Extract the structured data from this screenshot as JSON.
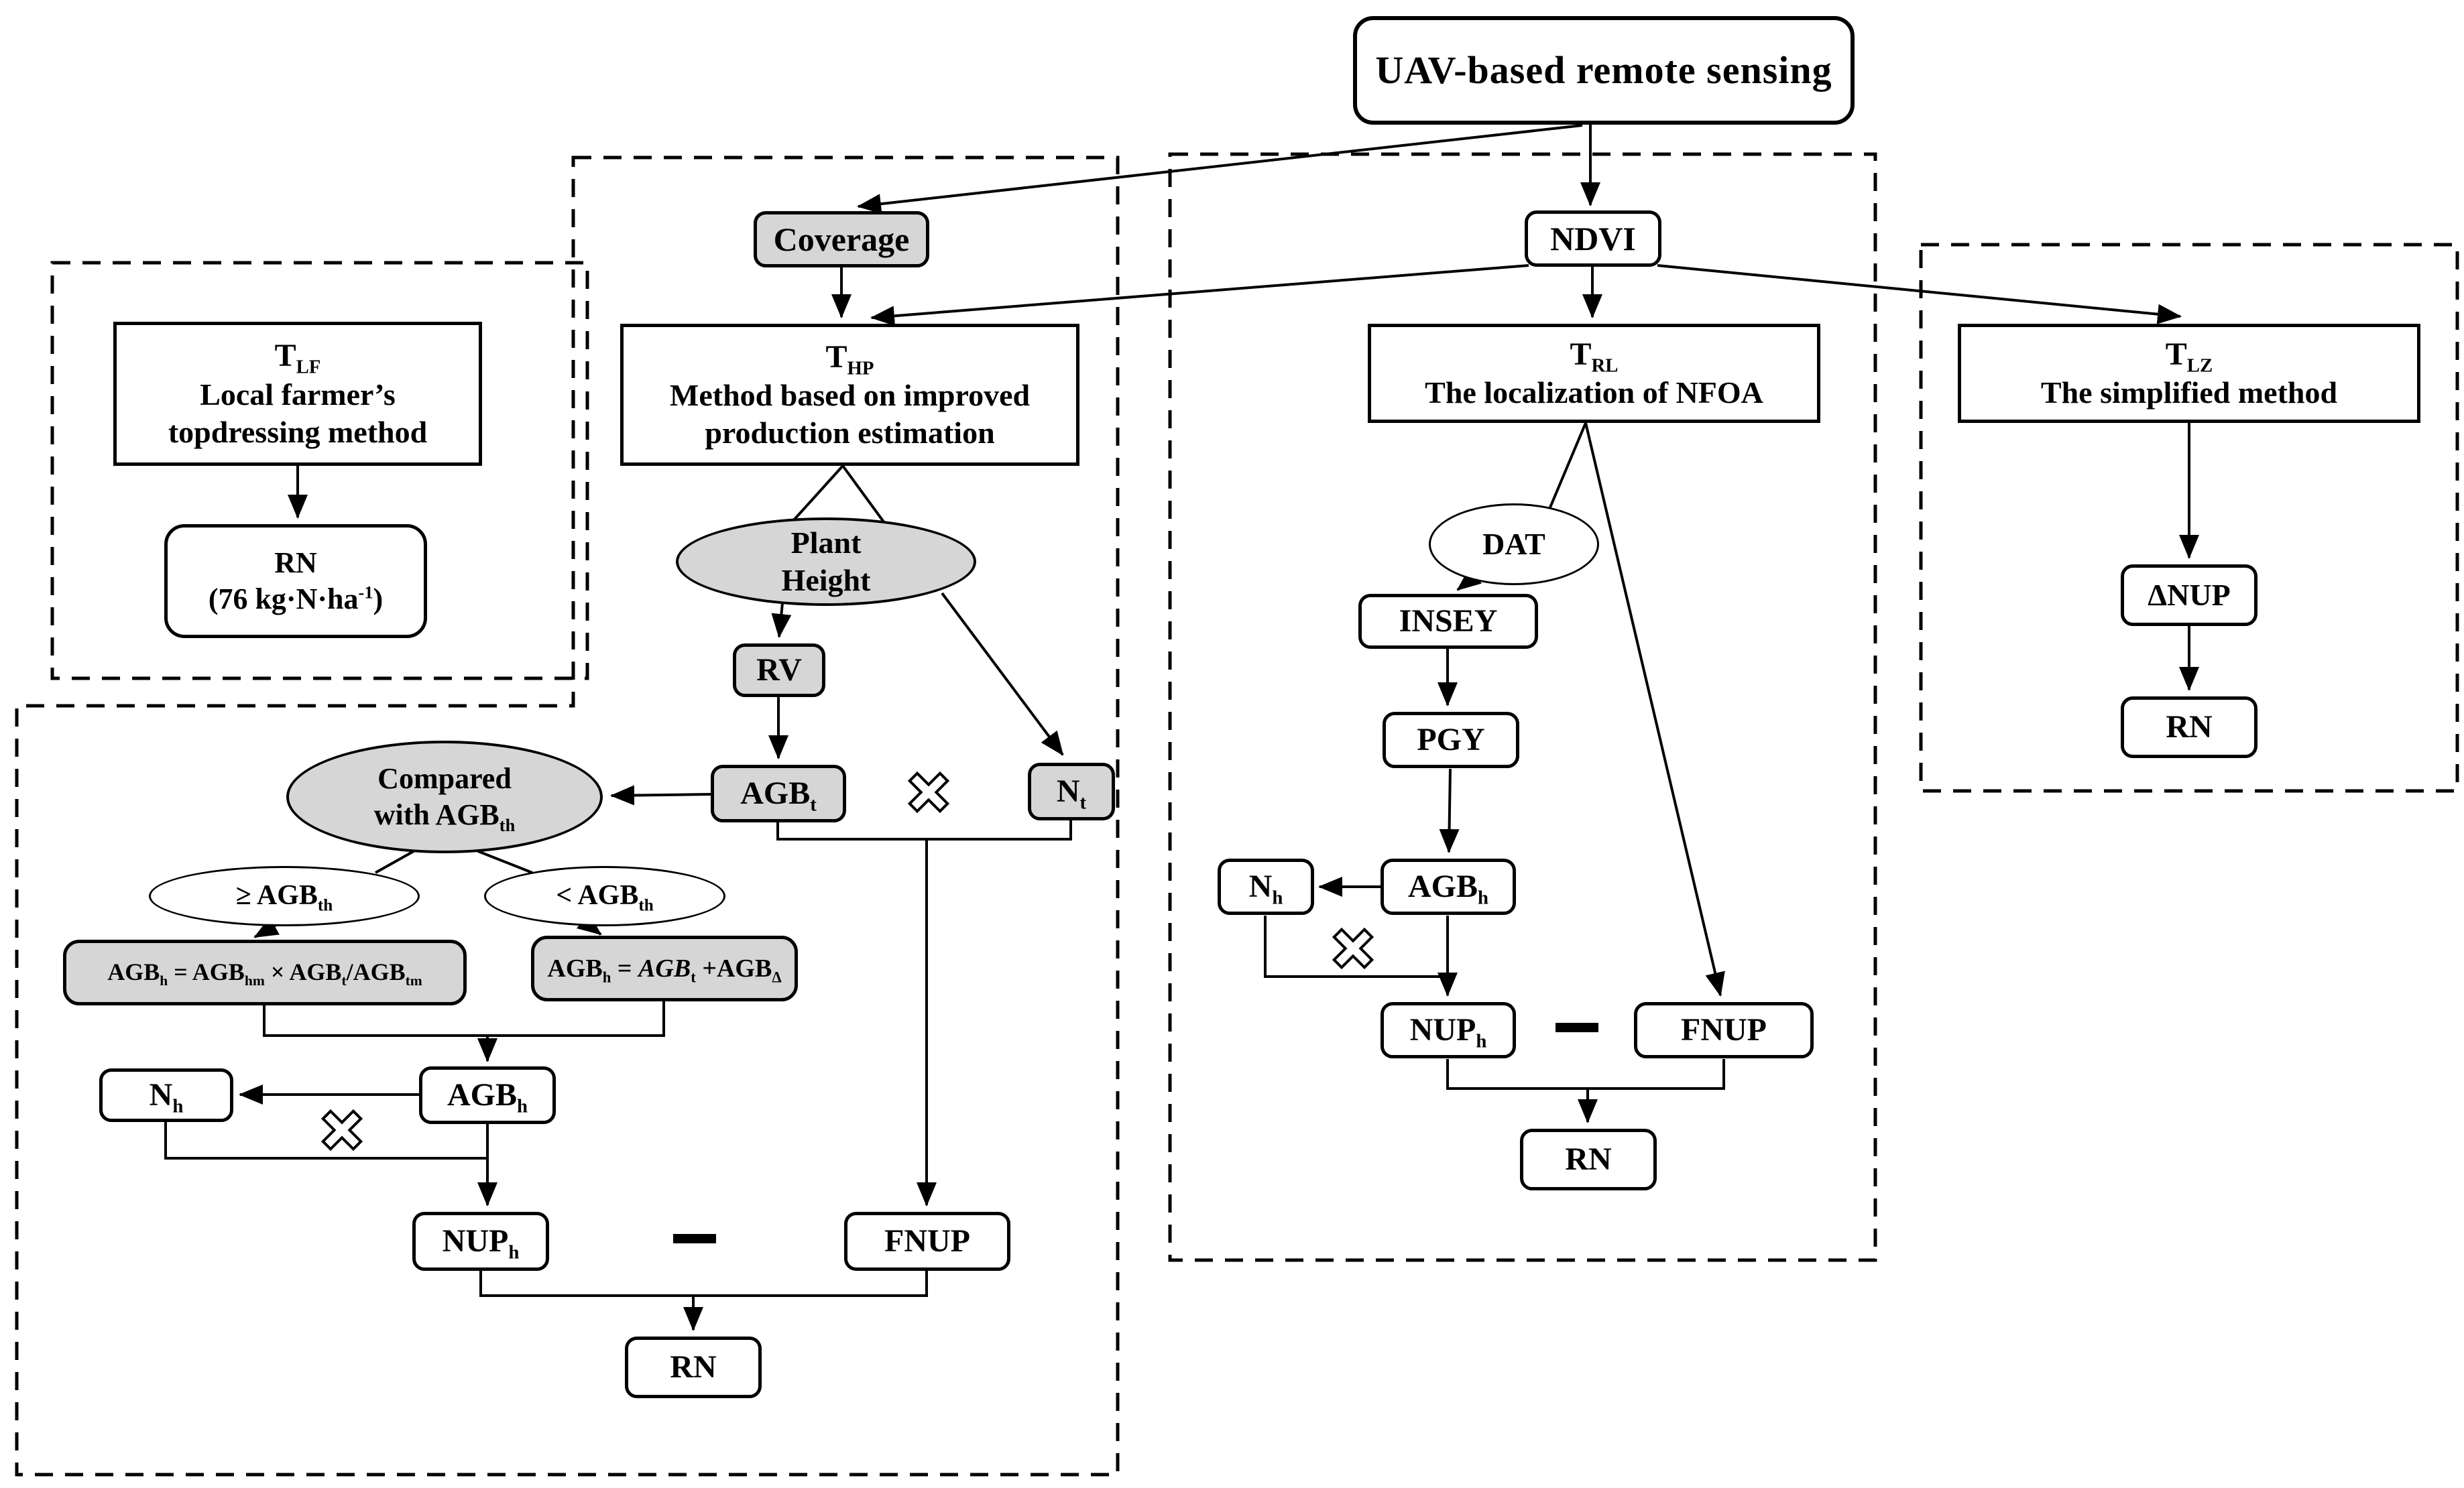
{
  "colors": {
    "node_fill_gray": "#d6d6d6",
    "node_fill_white": "#ffffff",
    "line": "#000000"
  },
  "root": {
    "uav": "UAV-based remote sensing",
    "coverage": "Coverage",
    "ndvi": "NDVI"
  },
  "tlf": {
    "t": "T",
    "t_sub": "LF",
    "desc1": "Local farmer’s",
    "desc2": "topdressing method",
    "rn": "RN",
    "rn_qty_pre": "(76 kg·N·ha",
    "rn_qty_sup": "-1",
    "rn_qty_post": ")"
  },
  "thp": {
    "t": "T",
    "t_sub": "HP",
    "desc1": "Method based on improved",
    "desc2": "production estimation",
    "plant1": "Plant",
    "plant2": "Height",
    "rv": "RV",
    "agbt": "AGB",
    "agbt_sub": "t",
    "nt": "N",
    "nt_sub": "t",
    "cmp1": "Compared",
    "cmp2": "with AGB",
    "cmp2_sub": "th",
    "ge": "≥ AGB",
    "ge_sub": "th",
    "lt": "< AGB",
    "lt_sub": "th",
    "f1": {
      "p1": "AGB",
      "s1": "h",
      "p2": " = AGB",
      "s2": "hm",
      "p3": " × AGB",
      "s3": "t",
      "p4": "/AGB",
      "s4": "tm"
    },
    "f2": {
      "p1": "AGB",
      "s1": "h",
      "eq": " = ",
      "p2": "AGB",
      "s2": "t",
      "p3": " +AGB",
      "s3": "Δ"
    },
    "agbh": "AGB",
    "agbh_sub": "h",
    "nh": "N",
    "nh_sub": "h",
    "nuph": "NUP",
    "nuph_sub": "h",
    "fnup": "FNUP",
    "rn": "RN"
  },
  "trl": {
    "t": "T",
    "t_sub": "RL",
    "desc": "The localization of NFOA",
    "dat": "DAT",
    "insey": "INSEY",
    "pgy": "PGY",
    "agbh": "AGB",
    "agbh_sub": "h",
    "nh": "N",
    "nh_sub": "h",
    "nuph": "NUP",
    "nuph_sub": "h",
    "fnup": "FNUP",
    "rn": "RN"
  },
  "tlz": {
    "t": "T",
    "t_sub": "LZ",
    "desc": "The simplified method",
    "dnup": "ΔNUP",
    "rn": "RN"
  }
}
